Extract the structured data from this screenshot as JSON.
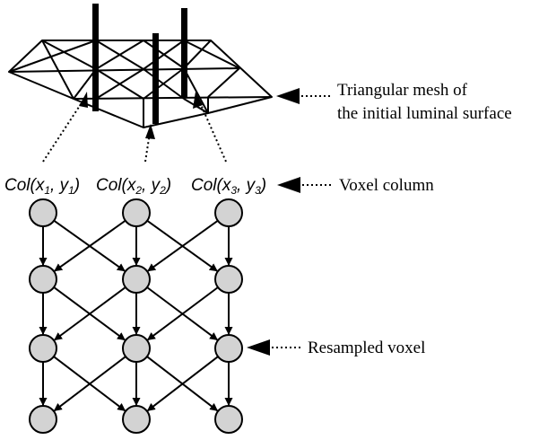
{
  "figure": {
    "mesh_label_line1": "Triangular mesh of",
    "mesh_label_line2": "the initial luminal surface",
    "column_label": "Voxel column",
    "voxel_label": "Resampled voxel",
    "columns": [
      {
        "prefix": "Col(x",
        "x_sub": "1",
        "mid": ", y",
        "y_sub": "1",
        "suffix": ")"
      },
      {
        "prefix": "Col(x",
        "x_sub": "2",
        "mid": ", y",
        "y_sub": "2",
        "suffix": ")"
      },
      {
        "prefix": "Col(x",
        "x_sub": "3",
        "mid": ", y",
        "y_sub": "3",
        "suffix": ")"
      }
    ],
    "rows_per_column": 4
  },
  "colors": {
    "stroke": "#000000",
    "node_fill": "#d3d3d3",
    "background": "#ffffff"
  }
}
